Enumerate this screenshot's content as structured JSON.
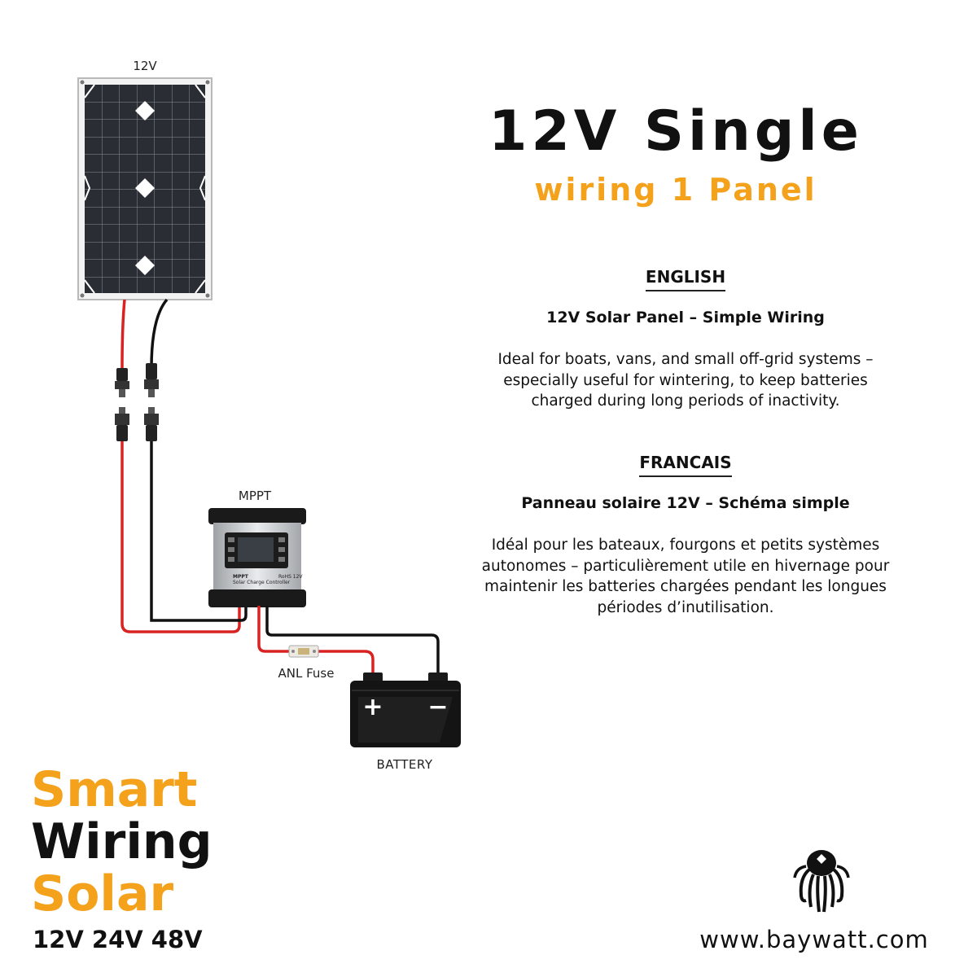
{
  "title": {
    "main": "12V  Single",
    "sub": "wiring 1 Panel"
  },
  "diagram": {
    "panel_label": "12V",
    "controller_label": "MPPT",
    "controller_screen_left": "MPPT",
    "controller_screen_right": "RoHS 12V",
    "controller_screen_caption": "Solar Charge Controller",
    "fuse_label": "ANL Fuse",
    "battery_label": "BATTERY",
    "battery_plus": "+",
    "battery_minus": "−"
  },
  "english": {
    "heading": "ENGLISH",
    "subtitle": "12V Solar Panel – Simple Wiring",
    "body": "Ideal for boats, vans, and small off-grid systems – especially useful for wintering, to keep batteries charged during long periods of inactivity."
  },
  "francais": {
    "heading": "FRANCAIS",
    "subtitle": "Panneau solaire 12V – Schéma simple",
    "body": "Idéal pour les bateaux, fourgons et petits systèmes autonomes – particulièrement utile en hivernage pour maintenir les batteries chargées pendant les longues périodes d’inutilisation."
  },
  "brand": {
    "smart": "Smart",
    "wiring": "Wiring",
    "solar": "Solar",
    "voltages": "12V 24V 48V",
    "website": "www.baywatt.com"
  },
  "colors": {
    "accent": "#f4a11c",
    "wire_positive": "#d92222",
    "wire_negative": "#111111"
  },
  "icons": {
    "logo": "octopus-logo-icon"
  }
}
